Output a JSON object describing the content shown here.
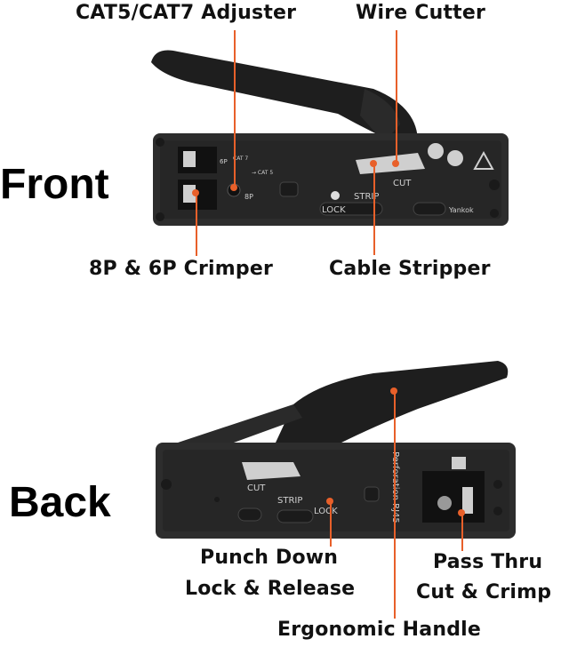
{
  "labels": {
    "adjuster": "CAT5/CAT7 Adjuster",
    "cutter": "Wire Cutter",
    "front": "Front",
    "crimper": "8P & 6P Crimper",
    "stripper": "Cable Stripper",
    "back": "Back",
    "punch_line1": "Punch Down",
    "punch_line2": "Lock & Release",
    "pass_line1": "Pass Thru",
    "pass_line2": "Cut & Crimp",
    "handle": "Ergonomic Handle"
  },
  "tool_markings": {
    "front_lock": "LOCK",
    "front_strip": "STRIP",
    "front_cut": "CUT",
    "brand": "Yankok",
    "p6": "6P",
    "p8": "8P",
    "cat5": "→ CAT 5",
    "cat7": "CAT 7",
    "back_cut": "CUT",
    "back_strip": "STRIP",
    "back_lock": "LOCK",
    "perforation": "Perforation RJ45"
  },
  "colors": {
    "pointer": "#e8602a",
    "tool_body": "#2b2b2b",
    "handle": "#1f1f1f"
  }
}
